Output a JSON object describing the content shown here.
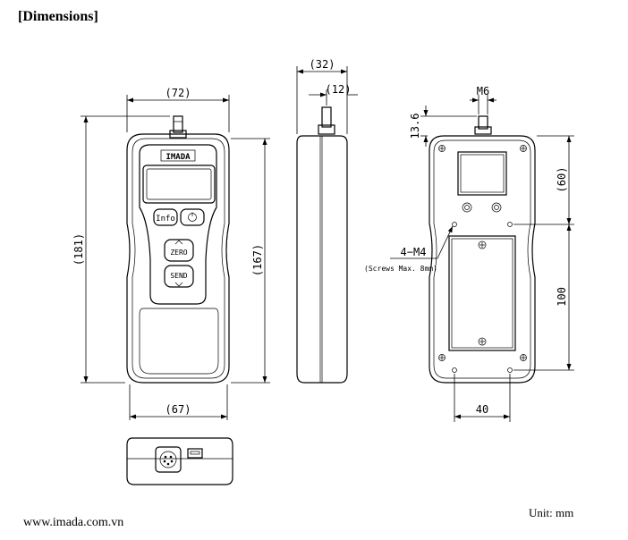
{
  "title": "[Dimensions]",
  "footer": {
    "website": "www.imada.com.vn",
    "unit": "Unit: mm"
  },
  "front_view": {
    "width_top": "(72)",
    "width_bottom": "(67)",
    "height_total": "(181)",
    "height_body": "(167)",
    "brand": "IMADA",
    "buttons": {
      "info": "Info",
      "zero": "ZERO",
      "send": "SEND"
    }
  },
  "side_view": {
    "depth": "(32)",
    "offset": "(12)"
  },
  "back_view": {
    "thread": "M6",
    "shaft_height": "13.6",
    "upper_height": "(60)",
    "hole_spacing_vertical": "100",
    "hole_spacing_horizontal": "40",
    "screw_label": "4−M4",
    "screw_note": "(Screws Max. 8mm)"
  }
}
